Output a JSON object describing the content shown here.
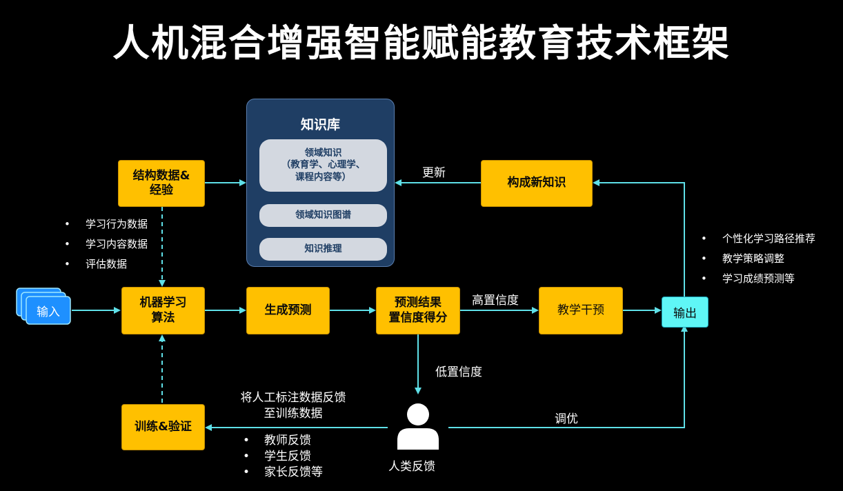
{
  "title": "人机混合增强智能赋能教育技术框架",
  "knowledge_base": {
    "title": "知识库",
    "items": [
      {
        "lines": [
          "领域知识",
          "（教育学、心理学、",
          "课程内容等）"
        ]
      },
      {
        "lines": [
          "领域知识图谱"
        ]
      },
      {
        "lines": [
          "知识推理"
        ]
      }
    ]
  },
  "nodes": {
    "input": "输入",
    "structured_data": [
      "结构数据&",
      "经验"
    ],
    "ml_algorithm": [
      "机器学习",
      "算法"
    ],
    "generate_prediction": "生成预测",
    "prediction_score": [
      "预测结果",
      "置信度得分"
    ],
    "teaching_intervention": "教学干预",
    "output": "输出",
    "new_knowledge": "构成新知识",
    "train_validate": "训练&验证",
    "human_feedback": "人类反馈"
  },
  "labels": {
    "update": "更新",
    "high_confidence": "高置信度",
    "low_confidence": "低置信度",
    "tune": "调优",
    "feedback_to_training": [
      "将人工标注数据反馈",
      "至训练数据"
    ]
  },
  "data_bullets": [
    "学习行为数据",
    "学习内容数据",
    "评估数据"
  ],
  "output_bullets": [
    "个性化学习路径推荐",
    "教学策略调整",
    "学习成绩预测等"
  ],
  "feedback_bullets": [
    "教师反馈",
    "学生反馈",
    "家长反馈等"
  ],
  "colors": {
    "node": "#FFC000",
    "arrow": "#5FE0E8",
    "kb_bg": "#1F3E64",
    "output": "#5FF6F6"
  }
}
